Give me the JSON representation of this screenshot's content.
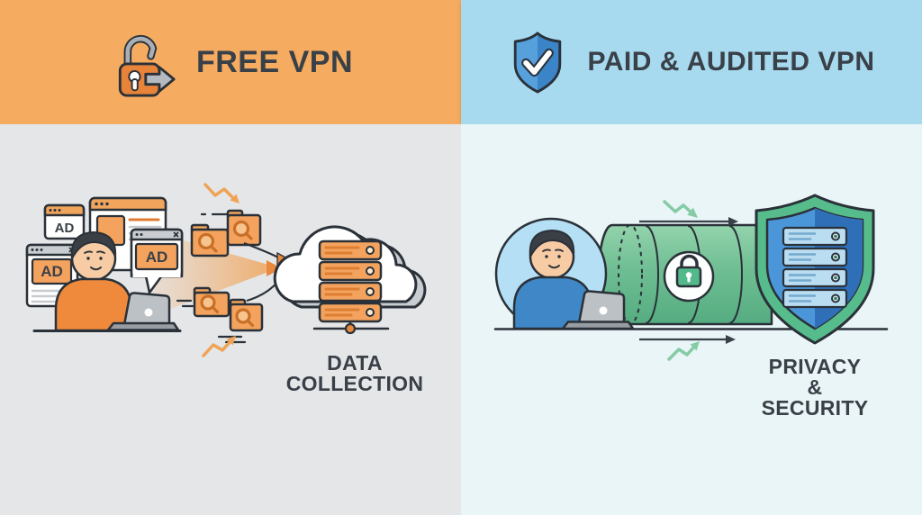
{
  "left_panel": {
    "header": {
      "title": "FREE VPN",
      "icon": "unlocked-padlock-arrow-icon",
      "background": "#F6AC60"
    },
    "ad_labels": [
      "AD",
      "AD",
      "AD"
    ],
    "caption": {
      "line1": "DATA",
      "line2": "COLLECTION"
    },
    "scene": "person-at-laptop-with-ad-popups-folders-funneled-to-cloud-servers"
  },
  "right_panel": {
    "header": {
      "title": "PAID & AUDITED VPN",
      "icon": "shield-check-icon",
      "background": "#A7DAEF"
    },
    "caption": {
      "line1": "PRIVACY &",
      "line2": "SECURITY"
    },
    "scene": "person-at-laptop-encrypted-green-tunnel-with-padlock-into-shielded-servers"
  },
  "icons": {
    "left_header": "unlocked-padlock-arrow-icon",
    "right_header": "shield-check-icon",
    "left_scene": [
      "browser-window-icon",
      "ad-popup-icon",
      "folder-search-icon",
      "cloud-icon",
      "server-stack-icon",
      "zigzag-arrow-icon"
    ],
    "right_scene": [
      "user-circle-icon",
      "laptop-icon",
      "vpn-tunnel-icon",
      "padlock-icon",
      "shield-server-icon",
      "arrow-right-icon",
      "zigzag-arrow-icon"
    ]
  },
  "colors": {
    "header_text": "#3A4048",
    "left_banner_bg": "#F6AC60",
    "right_banner_bg": "#A7DAEF",
    "left_body_bg": "#E4E6E8",
    "right_body_bg": "#E9F5F6",
    "outline": "#2A3138",
    "accent_orange": "#F3A35E",
    "accent_orange_dark": "#E07B30",
    "tunnel_green": "#6FBE93",
    "lock_green": "#52B98A",
    "shield_rim_green": "#57BC8C",
    "shield_blue": "#4B96D8",
    "shield_blue_dark": "#2F6FB8",
    "server_blue": "#BADDF2",
    "sweater_orange": "#EF8A3C",
    "sweater_blue": "#3F87C7",
    "skin": "#F7CBA3",
    "gray_ui": "#C9CDD1"
  }
}
